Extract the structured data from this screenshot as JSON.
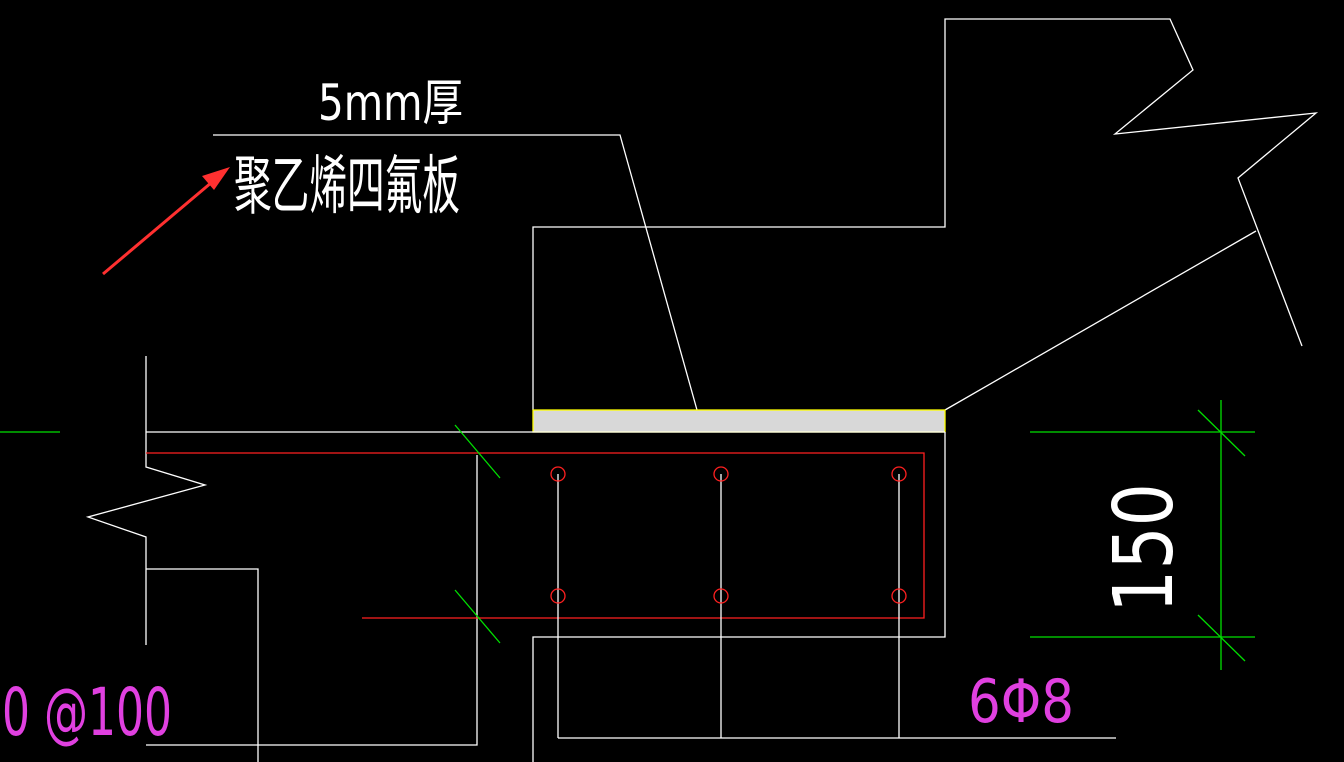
{
  "drawing": {
    "thickness_note": "5mm厚",
    "material_note": "聚乙烯四氟板",
    "dimension": "150",
    "rebar_longitudinal": "6Φ8",
    "rebar_stirrup": "0 @100"
  },
  "colors": {
    "background": "#000000",
    "line_white": "#ffffff",
    "rebar_red": "#ff2020",
    "dimension_green": "#00e000",
    "text_magenta": "#e040e0",
    "pad_fill": "#d8d8d8",
    "pad_outline": "#ffff00",
    "arrow_red": "#ff3030"
  }
}
